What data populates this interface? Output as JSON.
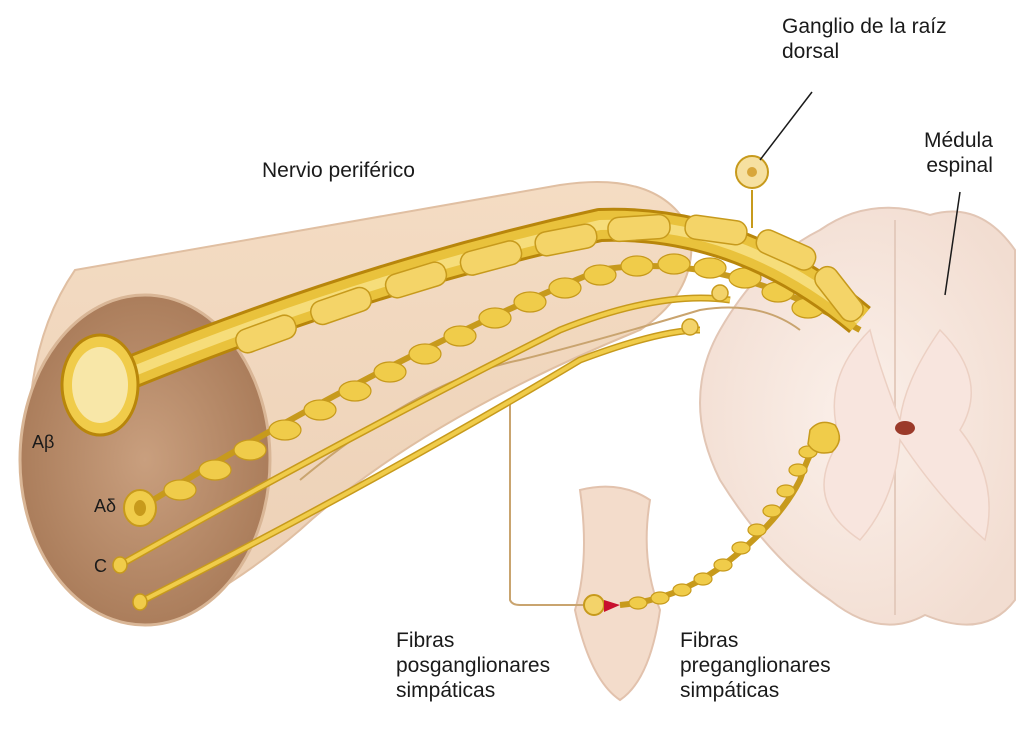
{
  "colors": {
    "background": "#ffffff",
    "nerve_sheath": "#f3dcc6",
    "nerve_core": "#b98a66",
    "myelin": "#e7c247",
    "axon": "#c79a1c",
    "spinal_cord": "#f6e6dc",
    "ganglion": "#f3dccb",
    "synapse": "#c8102e"
  },
  "labels": {
    "peripheral_nerve": "Nervio periférico",
    "dorsal_root_ganglion_line1": "Ganglio de la raíz",
    "dorsal_root_ganglion_line2": "dorsal",
    "spinal_cord_line1": "Médula",
    "spinal_cord_line2": "espinal",
    "fiber_abeta": "Aβ",
    "fiber_adelta": "Aδ",
    "fiber_c": "C",
    "postganglionic_line1": "Fibras",
    "postganglionic_line2": "posganglionares",
    "postganglionic_line3": "simpáticas",
    "preganglionic_line1": "Fibras",
    "preganglionic_line2": "preganglionares",
    "preganglionic_line3": "simpáticas"
  }
}
